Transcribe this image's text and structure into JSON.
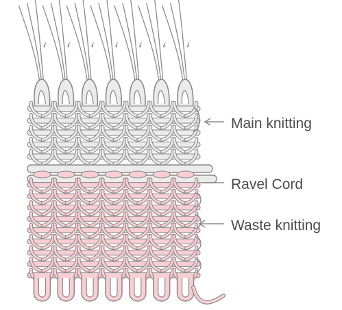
{
  "diagram": {
    "labels": {
      "main_knitting": "Main knitting",
      "ravel_cord": "Ravel Cord",
      "waste_knitting": "Waste knitting"
    },
    "colors": {
      "main_fill": "#ebebeb",
      "waste_fill": "#f9cfd3",
      "outline": "#8a8a8a",
      "label_text": "#4a4a4a"
    },
    "structure": {
      "stitch_columns": 7,
      "main_rows": 5,
      "waste_rows": 9
    }
  }
}
